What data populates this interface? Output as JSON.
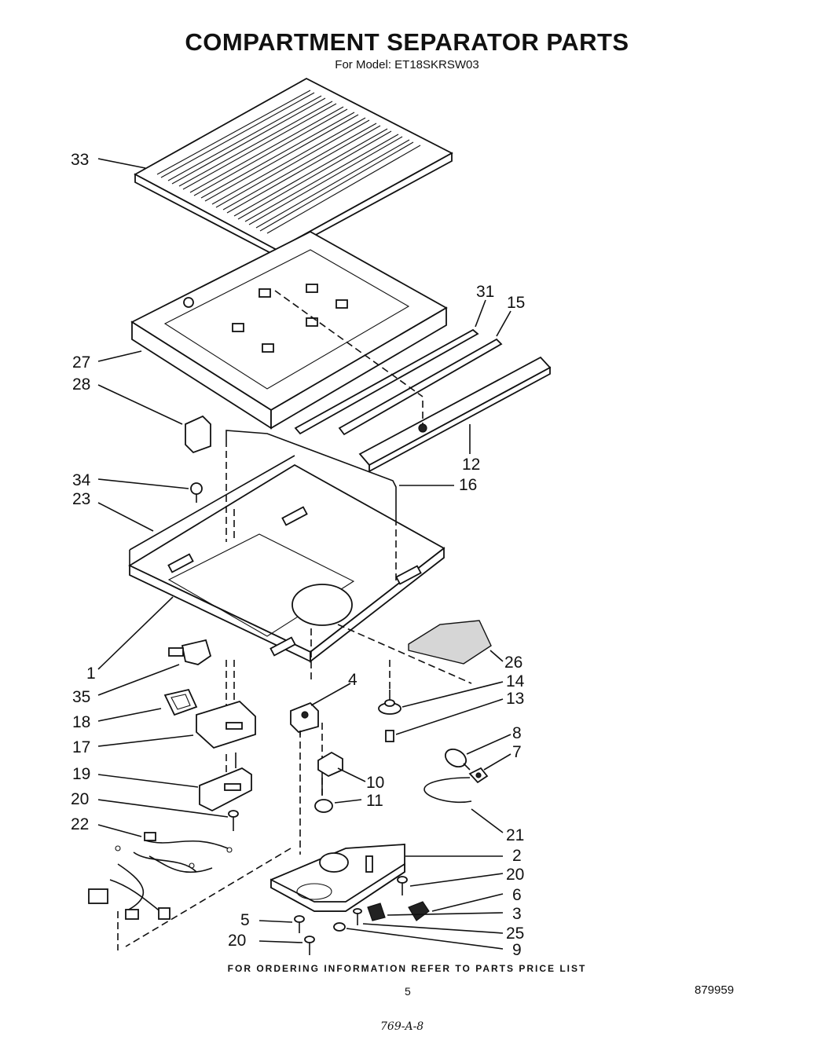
{
  "header": {
    "title": "COMPARTMENT SEPARATOR PARTS",
    "subtitle": "For Model: ET18SKRSW03"
  },
  "callouts": {
    "c33": "33",
    "c27": "27",
    "c28": "28",
    "c31": "31",
    "c15": "15",
    "c12": "12",
    "c16": "16",
    "c34": "34",
    "c23": "23",
    "c1": "1",
    "c35": "35",
    "c18": "18",
    "c17": "17",
    "c19": "19",
    "c20a": "20",
    "c22": "22",
    "c4": "4",
    "c26": "26",
    "c14": "14",
    "c13": "13",
    "c8": "8",
    "c7": "7",
    "c10": "10",
    "c11": "11",
    "c21": "21",
    "c2": "2",
    "c20b": "20",
    "c6": "6",
    "c3": "3",
    "c25": "25",
    "c9": "9",
    "c5": "5",
    "c20c": "20"
  },
  "footer": {
    "ordering_note": "FOR ORDERING INFORMATION REFER TO PARTS PRICE LIST",
    "page_number": "5",
    "document_number": "879959",
    "handwritten_code": "769-A-8"
  }
}
